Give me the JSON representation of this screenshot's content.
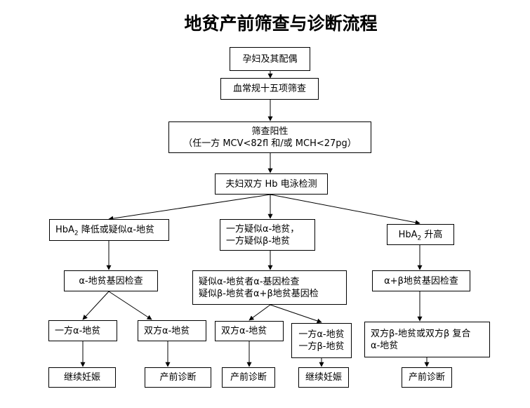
{
  "title": "地贫产前筛查与诊断流程",
  "nodes": {
    "couple": "孕妇及其配偶",
    "blood_test": "血常规十五项筛查",
    "positive_line1": "筛查阳性",
    "positive_line2": "（任一方 MCV<82fl 和/或 MCH<27pg）",
    "hb_electro": "夫妇双方 Hb 电泳检测",
    "left_branch_pre": "HbA",
    "left_branch_sub": "2",
    "left_branch_post": " 降低或疑似α-地贫",
    "mid_branch_line1": "一方疑似α-地贫，",
    "mid_branch_line2": "一方疑似β-地贫",
    "right_branch_pre": "HbA",
    "right_branch_sub": "2",
    "right_branch_post": " 升高",
    "left_gene": "α-地贫基因检查",
    "mid_gene_line1": "疑似α-地贫者α-基因检查",
    "mid_gene_line2": "疑似β-地贫者α+β地贫基因检",
    "right_gene": "α+β地贫基因检查",
    "l_one_alpha": "一方α-地贫",
    "l_both_alpha": "双方α-地贫",
    "m_both_alpha": "双方α-地贫",
    "m_mixed_line1": "一方α-地贫",
    "m_mixed_line2": "一方β-地贫",
    "r_both_beta_line1": "双方β-地贫或双方β 复合",
    "r_both_beta_line2": "α-地贫",
    "out_continue_1": "继续妊娠",
    "out_prenatal_1": "产前诊断",
    "out_prenatal_2": "产前诊断",
    "out_continue_2": "继续妊娠",
    "out_prenatal_3": "产前诊断"
  }
}
